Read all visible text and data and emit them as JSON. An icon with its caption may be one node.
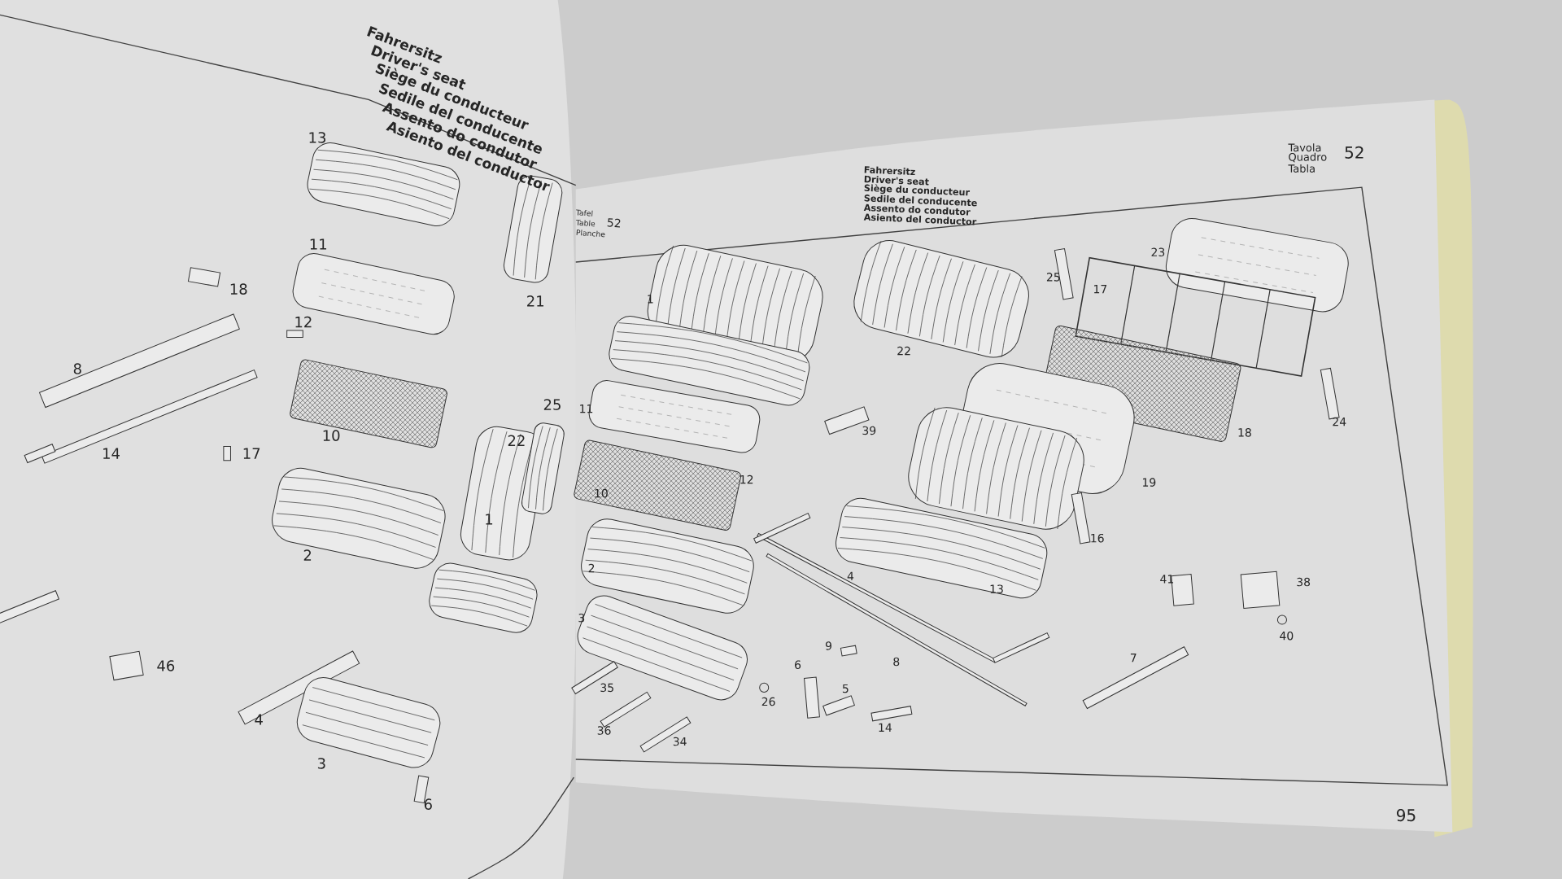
{
  "diagram": {
    "labels": [
      "Fahrersitz",
      "Driver's seat",
      "Siège du conducteur",
      "Sedile del conducente",
      "Assento do condutor",
      "Asiento del conductor",
      "13",
      "11",
      "18",
      "12",
      "8",
      "10",
      "14",
      "17",
      "21",
      "25",
      "22",
      "2",
      "1",
      "46",
      "4",
      "3",
      "6",
      "Fahrersitz",
      "Driver's seat",
      "Siège du conducteur",
      "Sedile del conducente",
      "Assento do condutor",
      "Asiento del conductor",
      "Tafel",
      "Table",
      "Planche",
      "52",
      "Tavola",
      "Quadro",
      "Tabla",
      "52",
      "1",
      "22",
      "25",
      "23",
      "17",
      "24",
      "18",
      "19",
      "11",
      "12",
      "39",
      "10",
      "16",
      "2",
      "4",
      "13",
      "41",
      "38",
      "40",
      "3",
      "9",
      "8",
      "7",
      "6",
      "5",
      "26",
      "35",
      "36",
      "34",
      "14",
      "95"
    ]
  }
}
